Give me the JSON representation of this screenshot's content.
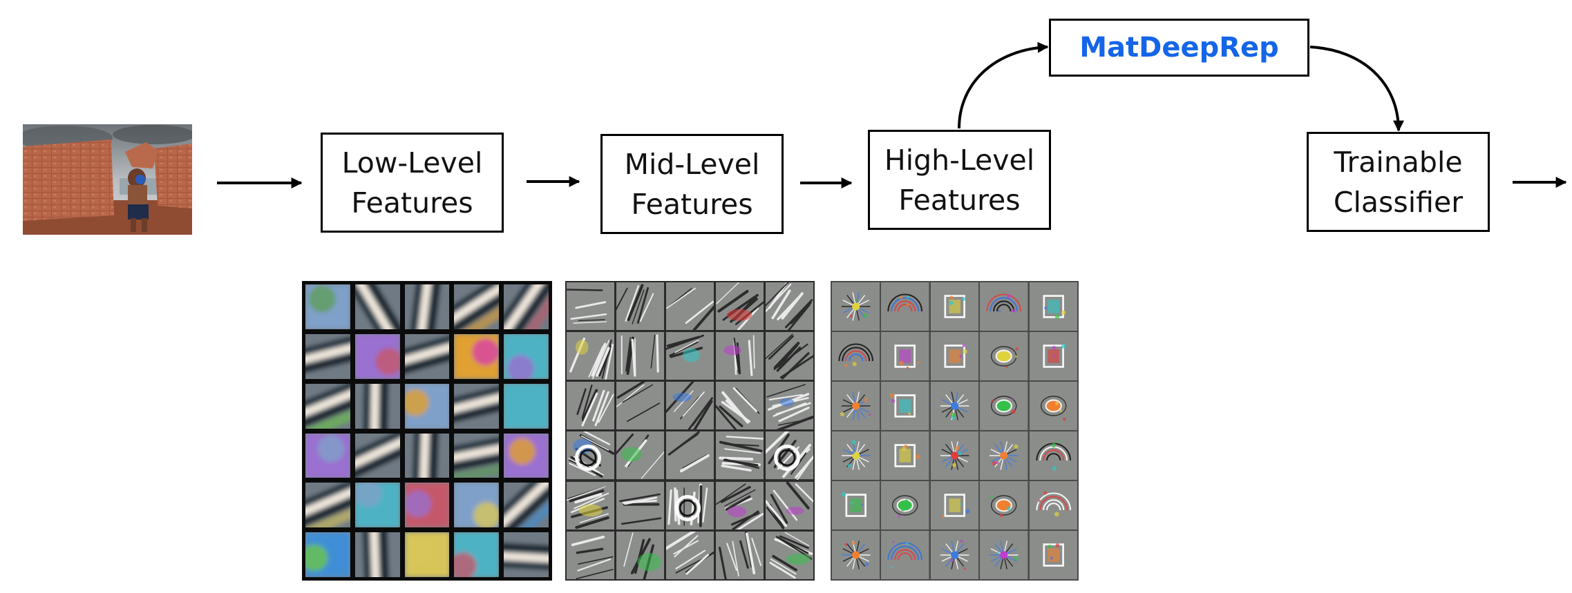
{
  "nodes": {
    "low": {
      "line1": "Low-Level",
      "line2": "Features"
    },
    "mid": {
      "line1": "Mid-Level",
      "line2": "Features"
    },
    "high": {
      "line1": "High-Level",
      "line2": "Features"
    },
    "matdeeprep": {
      "label": "MatDeepRep",
      "color": "#1565e8"
    },
    "classifier": {
      "line1": "Trainable",
      "line2": "Classifier"
    }
  },
  "input_image": {
    "subject": "person carrying bricks beside brick stacks"
  },
  "feature_grids": [
    {
      "name": "low-level-filters",
      "rows": 6,
      "cols": 5,
      "style": "blurred color and edge patches"
    },
    {
      "name": "mid-level-filters",
      "rows": 6,
      "cols": 5,
      "style": "gray textured patches"
    },
    {
      "name": "high-level-filters",
      "rows": 6,
      "cols": 5,
      "style": "gray object-part patches"
    }
  ],
  "colors": {
    "line": "#000000",
    "box_border": "#000000",
    "accent": "#1565e8"
  }
}
